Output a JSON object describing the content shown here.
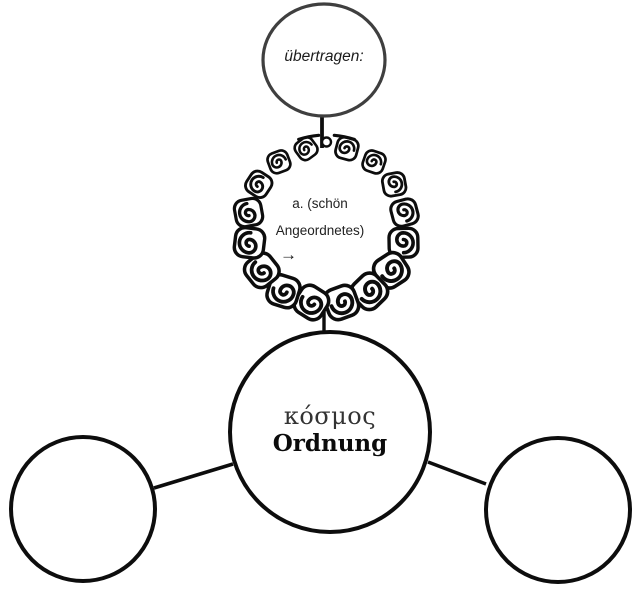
{
  "diagram": {
    "top_node": {
      "label": "übertragen:"
    },
    "ornament_node": {
      "line1": "a. (schön",
      "line2": "Angeordnetes)",
      "arrow": "→"
    },
    "center_node": {
      "term": "κόσμος",
      "translation": "Ordnung"
    },
    "colors": {
      "top_circle_stroke": "#3f3f3f",
      "ink": "#0d0d0d",
      "background": "#ffffff"
    }
  }
}
